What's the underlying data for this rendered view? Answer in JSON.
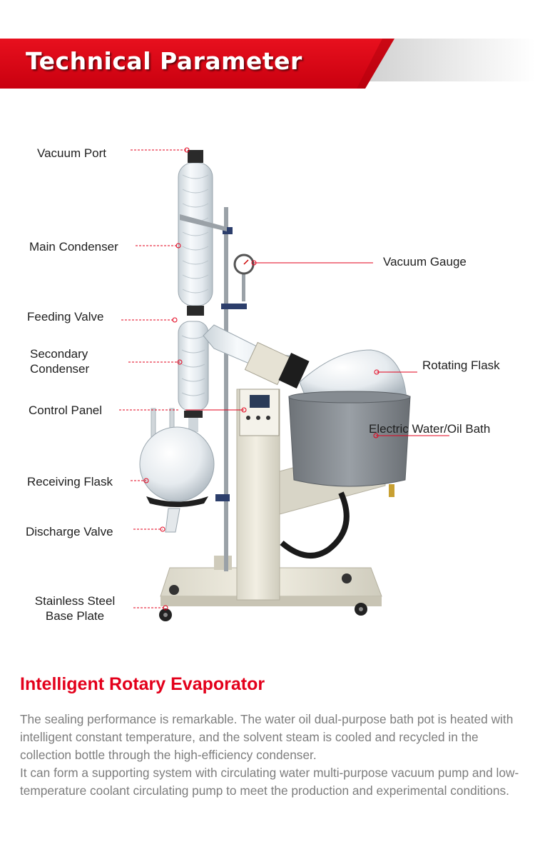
{
  "header": {
    "title": "Technical Parameter"
  },
  "colors": {
    "accent": "#e3001b",
    "text": "#1e1e1e",
    "body_text": "#7d7d7d"
  },
  "labels": {
    "vacuum_port": "Vacuum Port",
    "main_condenser": "Main Condenser",
    "feeding_valve": "Feeding Valve",
    "secondary_condenser_1": "Secondary",
    "secondary_condenser_2": "Condenser",
    "control_panel": "Control Panel",
    "receiving_flask": "Receiving Flask",
    "discharge_valve": "Discharge Valve",
    "base_plate_1": "Stainless Steel",
    "base_plate_2": "Base Plate",
    "vacuum_gauge": "Vacuum Gauge",
    "rotating_flask": "Rotating Flask",
    "bath": "Electric Water/Oil Bath"
  },
  "product": {
    "heading": "Intelligent Rotary Evaporator",
    "paragraph_1": "The sealing performance is remarkable. The water oil dual-purpose bath pot is heated with intelligent constant temperature, and the solvent steam is cooled and recycled in the collection bottle through the high-efficiency condenser.",
    "paragraph_2": "It can form a supporting system with circulating water multi-purpose vacuum pump and low-temperature coolant circulating pump to meet the production and experimental conditions."
  }
}
